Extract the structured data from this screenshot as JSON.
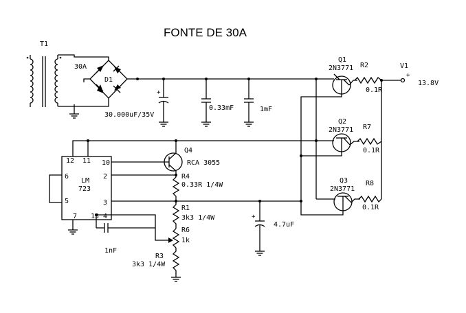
{
  "title": "FONTE DE 30A",
  "transformer": {
    "ref": "T1"
  },
  "bridge": {
    "ref": "D1",
    "rating": "30A"
  },
  "capacitors": [
    {
      "value": "30.000uF/35V"
    },
    {
      "value": "0.33mF"
    },
    {
      "value": "1mF"
    },
    {
      "value": "1nF"
    },
    {
      "value": "4.7uF"
    }
  ],
  "regulator": {
    "name": "LM",
    "part": "723",
    "pins": [
      "12",
      "11",
      "10",
      "2",
      "6",
      "5",
      "3",
      "7",
      "13",
      "4"
    ]
  },
  "transistors": [
    {
      "ref": "Q1",
      "part": "2N3771"
    },
    {
      "ref": "Q2",
      "part": "2N3771"
    },
    {
      "ref": "Q3",
      "part": "2N3771"
    },
    {
      "ref": "Q4",
      "part": "RCA 3055"
    }
  ],
  "resistors": [
    {
      "ref": "R2",
      "value": "0.1R"
    },
    {
      "ref": "R7",
      "value": "0.1R"
    },
    {
      "ref": "R8",
      "value": "0.1R"
    },
    {
      "ref": "R4",
      "value": "0.33R 1/4W"
    },
    {
      "ref": "R1",
      "value": "3k3 1/4W"
    },
    {
      "ref": "R6",
      "value": "1k"
    },
    {
      "ref": "R3",
      "value": "3k3 1/4W"
    }
  ],
  "output": {
    "ref": "V1",
    "voltage": "13.8V",
    "plus": "+"
  }
}
